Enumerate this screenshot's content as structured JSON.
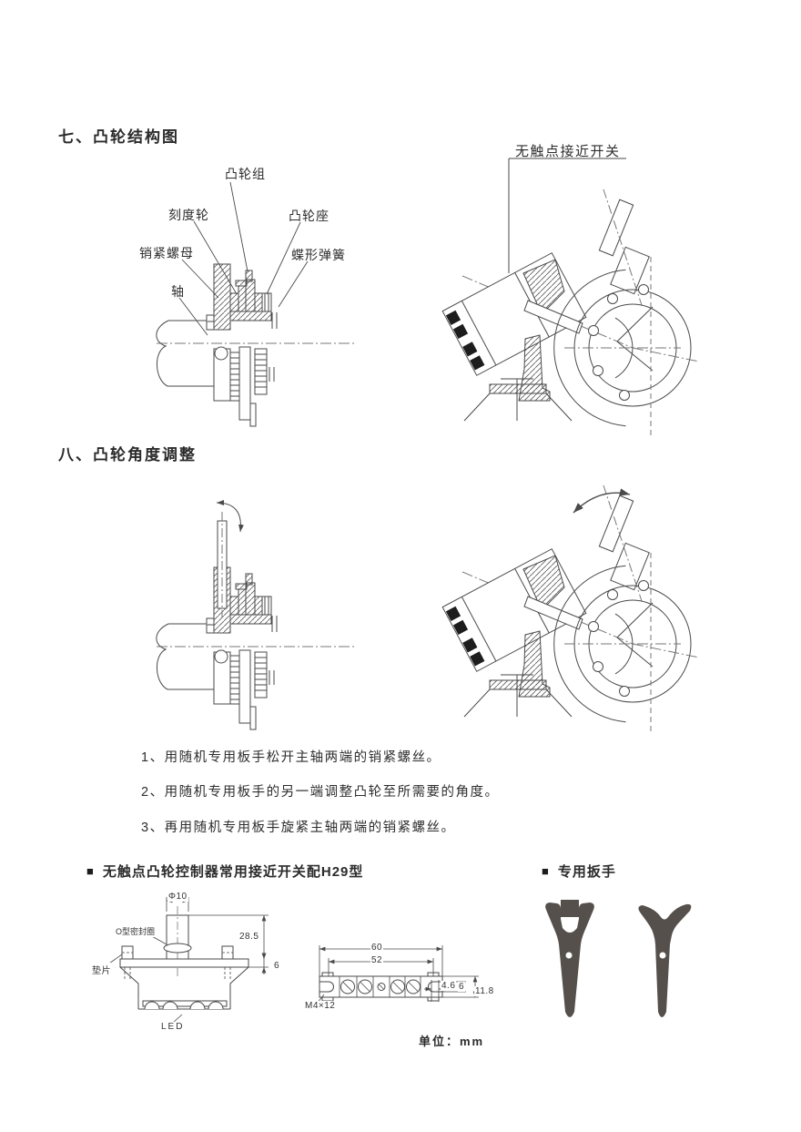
{
  "section7": {
    "heading": "七、凸轮结构图",
    "labels": {
      "cam_group": "凸轮组",
      "scale_wheel": "刻度轮",
      "cam_seat": "凸轮座",
      "lock_nut": "销紧螺母",
      "butterfly_spring": "蝶形弹簧",
      "shaft": "轴",
      "proximity_switch": "无触点接近开关"
    }
  },
  "section8": {
    "heading": "八、凸轮角度调整",
    "steps": [
      "1、用随机专用板手松开主轴两端的销紧螺丝。",
      "2、用随机专用板手的另一端调整凸轮至所需要的角度。",
      "3、再用随机专用板手旋紧主轴两端的销紧螺丝。"
    ]
  },
  "bottom": {
    "bullet": "■",
    "switch_section_heading": "无触点凸轮控制器常用接近开关配H29型",
    "wrench_section_heading": "专用扳手",
    "switch_drawing": {
      "dim_diameter": "Φ10",
      "oring_label": "O型密封圈",
      "gasket_label": "垫片",
      "led_label": "LED",
      "dim_height": "28.5",
      "dim_flange_thickness": "6"
    },
    "terminal_drawing": {
      "dim_total_width": "60",
      "dim_hole_pitch": "52",
      "dim_slot_width": "4.6",
      "dim_slot_height": "6",
      "dim_end_height": "11.8",
      "screw_spec": "M4×12"
    },
    "unit_note": "单位：mm"
  }
}
